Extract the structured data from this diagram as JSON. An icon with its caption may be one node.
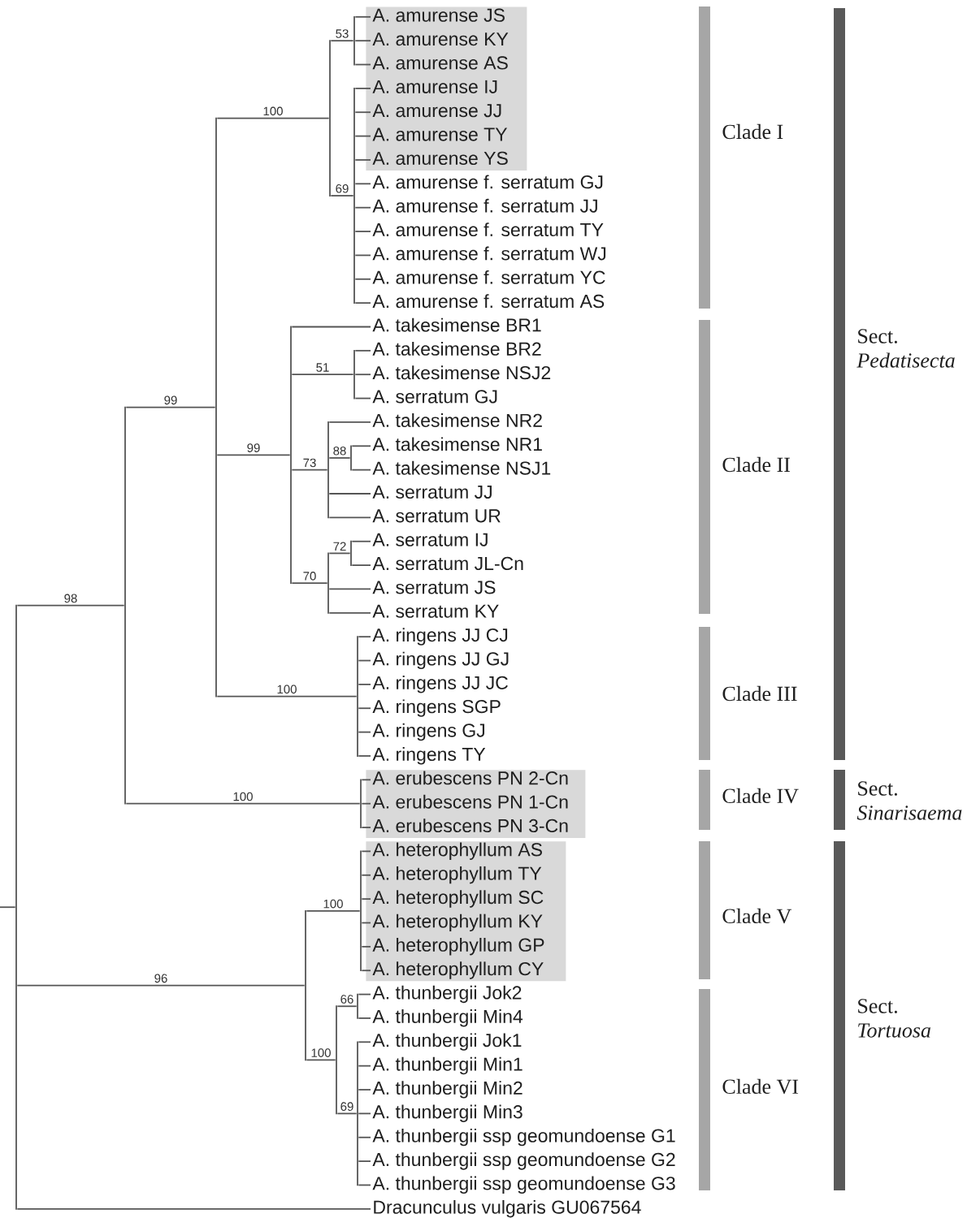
{
  "diagram": {
    "nodes": [
      {
        "text": [],
        "shape": "box"
      },
      {
        "text": [
          "A. amurense JS"
        ],
        "in": 0
      },
      {
        "text": [
          "A. amurense KY"
        ],
        "in": 0
      },
      {
        "text": [
          "A. amurense AS"
        ],
        "in": 0
      },
      {
        "text": [
          "A. amurense IJ"
        ],
        "in": 0
      },
      {
        "text": [
          "A. amurense JJ"
        ],
        "in": 0
      },
      {
        "text": [
          "A. amurense TY"
        ],
        "in": 0
      },
      {
        "text": [
          "A. amurense YS"
        ],
        "in": 0
      },
      {
        "text": [
          "A. amurense f. serratum GJ"
        ]
      },
      {
        "text": [
          "A. amurense f. serratum JJ"
        ]
      },
      {
        "text": [
          "A. amurense f. serratum TY"
        ]
      },
      {
        "text": [
          "A. amurense f. serratum WJ"
        ]
      },
      {
        "text": [
          "A. amurense f. serratum YC"
        ]
      },
      {
        "text": [
          "A. amurense f. serratum AS"
        ]
      },
      {
        "text": [
          "A. takesimense BR1"
        ]
      },
      {
        "text": [
          "A. takesimense BR2"
        ]
      },
      {
        "text": [
          "A. takesimense NSJ2"
        ]
      },
      {
        "text": [
          "A. serratum GJ"
        ]
      },
      {
        "text": [
          "A. takesimense NR2"
        ]
      },
      {
        "text": [
          "A. takesimense NR1"
        ]
      },
      {
        "text": [
          "A. takesimense NSJ1"
        ]
      },
      {
        "text": [
          "A. serratum JJ"
        ]
      },
      {
        "text": [
          "A. serratum UR"
        ]
      },
      {
        "text": [
          "A. serratum IJ"
        ]
      },
      {
        "text": [
          "A. serratum JL-Cn"
        ]
      },
      {
        "text": [
          "A. serratum JS"
        ]
      },
      {
        "text": [
          "A. serratum KY"
        ]
      },
      {
        "text": [
          "A. ringens JJ CJ"
        ]
      },
      {
        "text": [
          "A. ringens JJ GJ"
        ]
      },
      {
        "text": [
          "A. ringens JJ JC"
        ]
      },
      {
        "text": [
          "A. ringens SGP"
        ]
      },
      {
        "text": [
          "A. ringens GJ"
        ]
      },
      {
        "text": [
          "A. ringens TY"
        ]
      },
      {
        "text": [],
        "shape": "box"
      },
      {
        "text": [
          "A. erubescens PN 2-Cn"
        ],
        "in": 33
      },
      {
        "text": [
          "A. erubescens PN 1-Cn"
        ],
        "in": 33
      },
      {
        "text": [
          "A. erubescens PN 3-Cn"
        ],
        "in": 33
      },
      {
        "text": [],
        "shape": "box"
      },
      {
        "text": [
          "A. heterophyllum AS"
        ],
        "in": 37
      },
      {
        "text": [
          "A. heterophyllum TY"
        ],
        "in": 37
      },
      {
        "text": [
          "A. heterophyllum SC"
        ],
        "in": 37
      },
      {
        "text": [
          "A. heterophyllum KY"
        ],
        "in": 37
      },
      {
        "text": [
          "A. heterophyllum GP"
        ],
        "in": 37
      },
      {
        "text": [
          "A. heterophyllum CY"
        ],
        "in": 37
      },
      {
        "text": [
          "A. thunbergii Jok2"
        ]
      },
      {
        "text": [
          "A. thunbergii Min4"
        ]
      },
      {
        "text": [
          "A. thunbergii Jok1"
        ]
      },
      {
        "text": [
          "A. thunbergii Min1"
        ]
      },
      {
        "text": [
          "A. thunbergii Min2"
        ]
      },
      {
        "text": [
          "A. thunbergii Min3"
        ]
      },
      {
        "text": [
          "A. thunbergii ssp geomundoense G1"
        ]
      },
      {
        "text": [
          "A. thunbergii ssp geomundoense G2"
        ]
      },
      {
        "text": [
          "A. thunbergii ssp geomundoense G3"
        ]
      },
      {
        "text": [
          "Dracunculus vulgaris GU067564"
        ]
      },
      {
        "text": [],
        "shape": "line"
      },
      {
        "text": [],
        "shape": "line"
      },
      {
        "text": [],
        "shape": "line"
      },
      {
        "text": [],
        "shape": "line"
      },
      {
        "text": [],
        "shape": "line"
      },
      {
        "text": [],
        "shape": "line"
      },
      {
        "text": [],
        "shape": "line"
      },
      {
        "text": [],
        "shape": "line"
      },
      {
        "text": [],
        "shape": "line"
      },
      {
        "text": [],
        "shape": "line"
      },
      {
        "text": [],
        "shape": "line"
      },
      {
        "text": [],
        "shape": "line"
      },
      {
        "text": [],
        "shape": "line"
      },
      {
        "text": [],
        "shape": "line"
      },
      {
        "text": [],
        "shape": "line"
      },
      {
        "text": [],
        "shape": "line"
      },
      {
        "text": [],
        "shape": "line"
      },
      {
        "text": [],
        "shape": "line"
      },
      {
        "text": [],
        "shape": "line"
      }
    ],
    "edges": [
      {
        "from": null,
        "to": 54,
        "arrow": "none"
      },
      {
        "from": 54,
        "to": 55,
        "arrow": "none",
        "label": "98"
      },
      {
        "from": 54,
        "to": 68,
        "arrow": "none",
        "label": "96"
      },
      {
        "from": 54,
        "to": 53,
        "arrow": "none"
      },
      {
        "from": 55,
        "to": 56,
        "arrow": "none",
        "label": "99"
      },
      {
        "from": 55,
        "to": 67,
        "arrow": "none",
        "label": "100"
      },
      {
        "from": 56,
        "to": 57,
        "arrow": "none",
        "label": "100"
      },
      {
        "from": 56,
        "to": 60,
        "arrow": "none",
        "label": "99"
      },
      {
        "from": 56,
        "to": 66,
        "arrow": "none",
        "label": "100"
      },
      {
        "from": 57,
        "to": 58,
        "arrow": "none",
        "label": "53"
      },
      {
        "from": 57,
        "to": 59,
        "arrow": "none",
        "label": "69"
      },
      {
        "from": 58,
        "to": 1,
        "arrow": "none"
      },
      {
        "from": 58,
        "to": 2,
        "arrow": "none"
      },
      {
        "from": 58,
        "to": 3,
        "arrow": "none"
      },
      {
        "from": 59,
        "to": 4,
        "arrow": "none"
      },
      {
        "from": 59,
        "to": 5,
        "arrow": "none"
      },
      {
        "from": 59,
        "to": 6,
        "arrow": "none"
      },
      {
        "from": 59,
        "to": 7,
        "arrow": "none"
      },
      {
        "from": 59,
        "to": 8,
        "arrow": "none"
      },
      {
        "from": 59,
        "to": 9,
        "arrow": "none"
      },
      {
        "from": 59,
        "to": 10,
        "arrow": "none"
      },
      {
        "from": 59,
        "to": 11,
        "arrow": "none"
      },
      {
        "from": 59,
        "to": 12,
        "arrow": "none"
      },
      {
        "from": 59,
        "to": 13,
        "arrow": "none"
      },
      {
        "from": 60,
        "to": 14,
        "arrow": "none"
      },
      {
        "from": 60,
        "to": 61,
        "arrow": "none",
        "label": "51"
      },
      {
        "from": 60,
        "to": 62,
        "arrow": "none",
        "label": "73"
      },
      {
        "from": 60,
        "to": 64,
        "arrow": "none",
        "label": "70"
      },
      {
        "from": 61,
        "to": 15,
        "arrow": "none"
      },
      {
        "from": 61,
        "to": 16,
        "arrow": "none"
      },
      {
        "from": 61,
        "to": 17,
        "arrow": "none"
      },
      {
        "from": 62,
        "to": 18,
        "arrow": "none"
      },
      {
        "from": 62,
        "to": 63,
        "arrow": "none",
        "label": "88"
      },
      {
        "from": 62,
        "to": 21,
        "arrow": "none"
      },
      {
        "from": 62,
        "to": 22,
        "arrow": "none"
      },
      {
        "from": 63,
        "to": 19,
        "arrow": "none"
      },
      {
        "from": 63,
        "to": 20,
        "arrow": "none"
      },
      {
        "from": 64,
        "to": 65,
        "arrow": "none",
        "label": "72"
      },
      {
        "from": 64,
        "to": 25,
        "arrow": "none"
      },
      {
        "from": 64,
        "to": 26,
        "arrow": "none"
      },
      {
        "from": 65,
        "to": 23,
        "arrow": "none"
      },
      {
        "from": 65,
        "to": 24,
        "arrow": "none"
      },
      {
        "from": 66,
        "to": 27,
        "arrow": "none"
      },
      {
        "from": 66,
        "to": 28,
        "arrow": "none"
      },
      {
        "from": 66,
        "to": 29,
        "arrow": "none"
      },
      {
        "from": 66,
        "to": 30,
        "arrow": "none"
      },
      {
        "from": 66,
        "to": 31,
        "arrow": "none"
      },
      {
        "from": 66,
        "to": 32,
        "arrow": "none"
      },
      {
        "from": 67,
        "to": 34,
        "arrow": "none"
      },
      {
        "from": 67,
        "to": 35,
        "arrow": "none"
      },
      {
        "from": 67,
        "to": 36,
        "arrow": "none"
      },
      {
        "from": 68,
        "to": 69,
        "arrow": "none",
        "label": "100"
      },
      {
        "from": 68,
        "to": 70,
        "arrow": "none",
        "label": "100"
      },
      {
        "from": 69,
        "to": 38,
        "arrow": "none"
      },
      {
        "from": 69,
        "to": 39,
        "arrow": "none"
      },
      {
        "from": 69,
        "to": 40,
        "arrow": "none"
      },
      {
        "from": 69,
        "to": 41,
        "arrow": "none"
      },
      {
        "from": 69,
        "to": 42,
        "arrow": "none"
      },
      {
        "from": 69,
        "to": 43,
        "arrow": "none"
      },
      {
        "from": 70,
        "to": 71,
        "arrow": "none",
        "label": "66"
      },
      {
        "from": 70,
        "to": 72,
        "arrow": "none",
        "label": "69"
      },
      {
        "from": 71,
        "to": 44,
        "arrow": "none"
      },
      {
        "from": 71,
        "to": 45,
        "arrow": "none"
      },
      {
        "from": 72,
        "to": 46,
        "arrow": "none"
      },
      {
        "from": 72,
        "to": 47,
        "arrow": "none"
      },
      {
        "from": 72,
        "to": 48,
        "arrow": "none"
      },
      {
        "from": 72,
        "to": 49,
        "arrow": "none"
      },
      {
        "from": 72,
        "to": 50,
        "arrow": "none"
      },
      {
        "from": 72,
        "to": 51,
        "arrow": "none"
      },
      {
        "from": 72,
        "to": 52,
        "arrow": "none"
      }
    ],
    "labels": [
      "Clade I",
      "Sect. *Pedatisecta*",
      "Clade II",
      "Clade III",
      "Clade IV",
      "Sect. *Sinarisaema*",
      "Clade V",
      "Sect. *Tortuosa*",
      "Clade VI"
    ]
  }
}
